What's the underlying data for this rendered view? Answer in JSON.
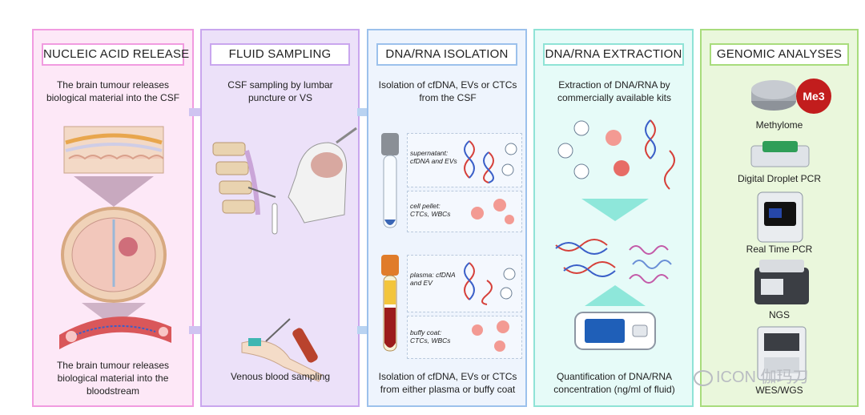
{
  "panels": {
    "release": {
      "title": "NUCLEIC ACID RELEASE",
      "text_top": "The brain tumour releases biological material into the CSF",
      "text_bottom": "The brain tumour releases biological material into the bloodstream"
    },
    "sampling": {
      "title": "FLUID SAMPLING",
      "text_top": "CSF sampling by lumbar puncture or VS",
      "text_bottom": "Venous blood sampling"
    },
    "isolation": {
      "title": "DNA/RNA ISOLATION",
      "text_top": "Isolation of cfDNA, EVs or CTCs from the CSF",
      "label_supernatant": "supernatant: cfDNA and EVs",
      "label_cell_pellet": "cell pellet: CTCs, WBCs",
      "label_plasma": "plasma: cfDNA and EV",
      "label_buffy_coat": "buffy coat: CTCs, WBCs",
      "text_bottom": "Isolation of cfDNA, EVs or CTCs from either plasma or buffy coat"
    },
    "extraction": {
      "title": "DNA/RNA EXTRACTION",
      "text_top": "Extraction of DNA/RNA by commercially available kits",
      "text_bottom": "Quantification of DNA/RNA concentration (ng/ml of fluid)"
    },
    "analyses": {
      "title": "GENOMIC ANALYSES",
      "badge": "Me3",
      "items": [
        "Methylome",
        "Digital Droplet PCR",
        "Real Time PCR",
        "NGS",
        "WES/WGS"
      ]
    }
  },
  "watermark": {
    "text": "ICON 伽玛刀"
  },
  "colors": {
    "release": "#f19be0",
    "sampling": "#c9a6ee",
    "isolation": "#9cc1ec",
    "extraction": "#8fe3d6",
    "analyses": "#a8dc7c",
    "dna_red": "#d6403a",
    "dna_blue": "#3a5fc8"
  }
}
